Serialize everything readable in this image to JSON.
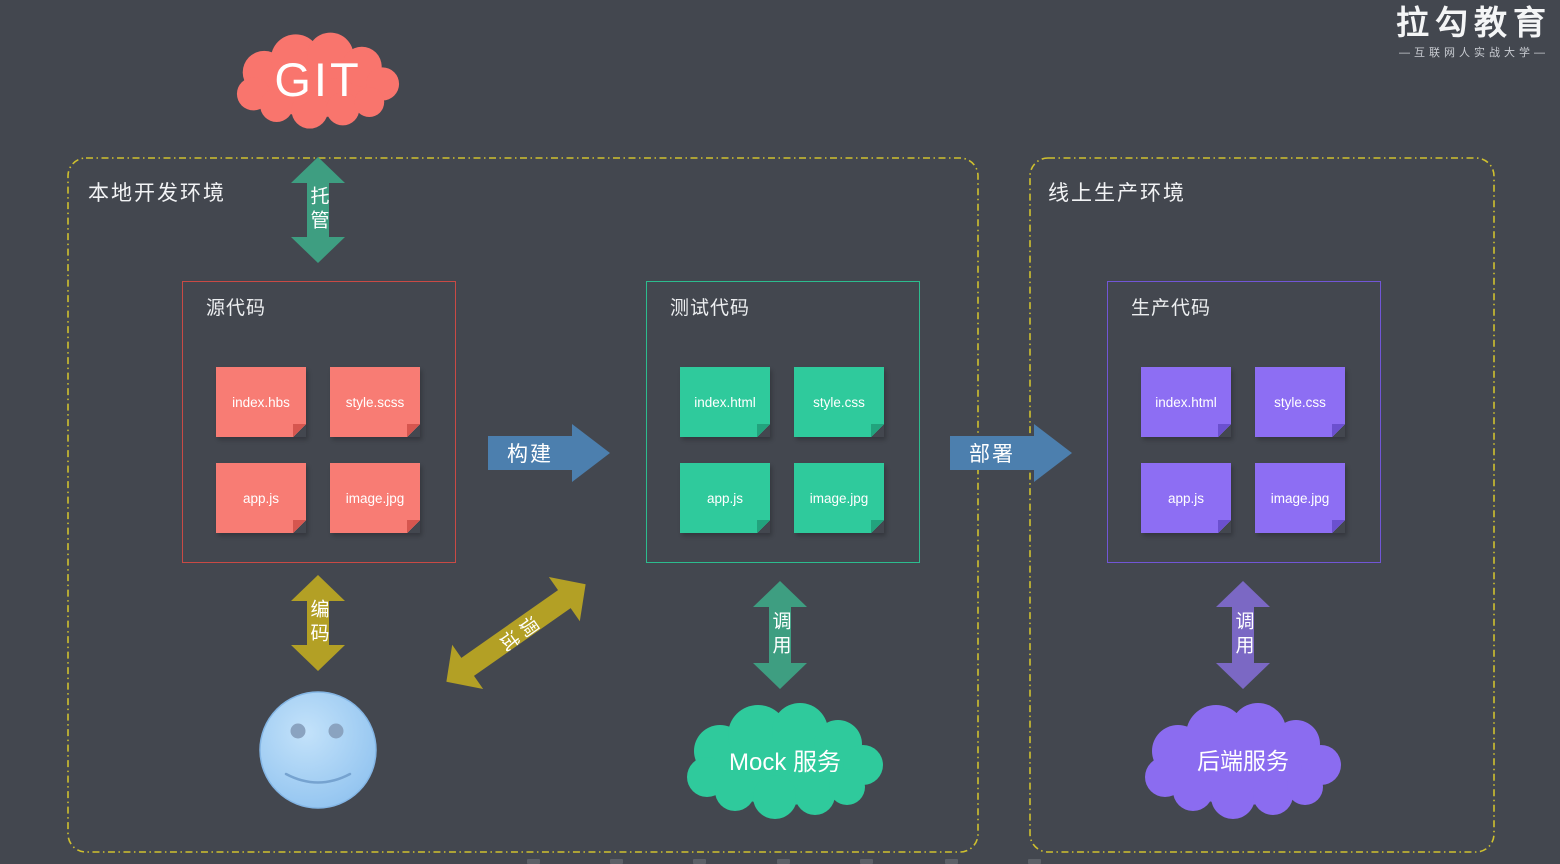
{
  "page": {
    "background": "#43474f",
    "dashed_border_color": "#cfc02f"
  },
  "logo": {
    "title": "拉勾教育",
    "subtitle": "—互联网人实战大学—"
  },
  "git": {
    "label": "GIT",
    "color": "#f9756d"
  },
  "containers": {
    "local": {
      "label": "本地开发环境"
    },
    "production": {
      "label": "线上生产环境"
    }
  },
  "boxes": {
    "source": {
      "title": "源代码",
      "files": [
        "index.hbs",
        "style.scss",
        "app.js",
        "image.jpg"
      ],
      "border_color": "#c94a45",
      "note_color": "#f87c74"
    },
    "test": {
      "title": "测试代码",
      "files": [
        "index.html",
        "style.css",
        "app.js",
        "image.jpg"
      ],
      "border_color": "#2cbc8e",
      "note_color": "#2fca9c"
    },
    "production": {
      "title": "生产代码",
      "files": [
        "index.html",
        "style.css",
        "app.js",
        "image.jpg"
      ],
      "border_color": "#7156d6",
      "note_color": "#8d6ef3"
    }
  },
  "arrows": {
    "host": {
      "label": "托管",
      "color": "#3e9e81"
    },
    "build": {
      "label": "构建",
      "color": "#4c7fae"
    },
    "deploy": {
      "label": "部署",
      "color": "#4c7fae"
    },
    "code": {
      "label": "编码",
      "color": "#b3a025"
    },
    "debug": {
      "label": "调试",
      "color": "#b3a025"
    },
    "call_mock": {
      "label": "调用",
      "color": "#3e9e81"
    },
    "call_backend": {
      "label": "调用",
      "color": "#7b68c4"
    }
  },
  "clouds": {
    "mock": {
      "label": "Mock 服务",
      "color": "#2fca9c"
    },
    "backend": {
      "label": "后端服务",
      "color": "#8b6cf0"
    }
  }
}
